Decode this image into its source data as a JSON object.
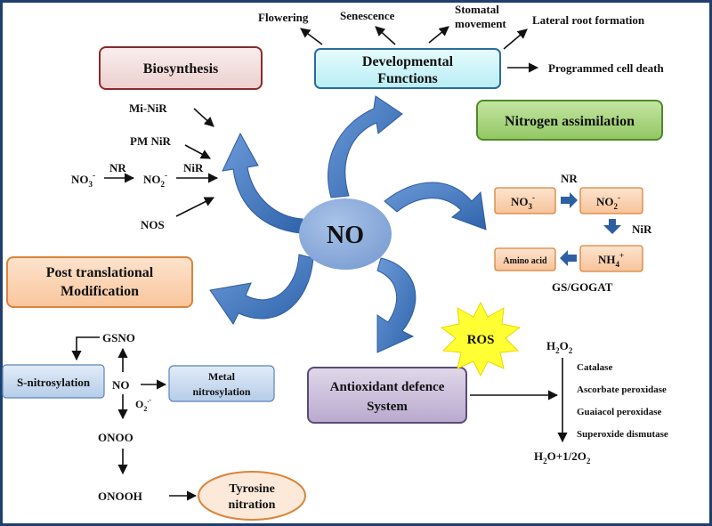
{
  "center": {
    "label": "NO"
  },
  "developmental": {
    "title_line1": "Developmental",
    "title_line2": "Functions",
    "outputs": {
      "flowering": "Flowering",
      "senescence": "Senescence",
      "stomatal_line1": "Stomatal",
      "stomatal_line2": "movement",
      "lateral_root": "Lateral root formation",
      "programmed_death": "Programmed cell death"
    }
  },
  "biosynthesis": {
    "title": "Biosynthesis",
    "mi_nir": "Mi-NiR",
    "pm_nir": "PM NiR",
    "no3": "NO",
    "no3_sub": "3",
    "no3_sup": "-",
    "nr": "NR",
    "no2": "NO",
    "no2_sub": "2",
    "no2_sup": "-",
    "nir": "NiR",
    "nos": "NOS"
  },
  "nitrogen": {
    "title": "Nitrogen assimilation",
    "no3": "NO",
    "no3_sub": "3",
    "no3_sup": "-",
    "no2": "NO",
    "no2_sub": "2",
    "no2_sup": "-",
    "nr": "NR",
    "nir": "NiR",
    "nh4": "NH",
    "nh4_sub": "4",
    "nh4_sup": "+",
    "amino_acid": "Amino acid",
    "gs_gogat": "GS/GOGAT"
  },
  "ptm": {
    "title_line1": "Post translational",
    "title_line2": "Modification",
    "gsno": "GSNO",
    "s_nitrosylation": "S-nitrosylation",
    "no": "NO",
    "metal_line1": "Metal",
    "metal_line2": "nitrosylation",
    "o2": "O",
    "o2_sub": "2",
    "o2_sup": ".-",
    "onoo": "ONOO",
    "onooh": "ONOOH",
    "tyrosine_line1": "Tyrosine",
    "tyrosine_line2": "nitration"
  },
  "antioxidant": {
    "title_line1": "Antioxidant defence",
    "title_line2": "System",
    "ros": "ROS",
    "h2o2": "H",
    "h2o2_sub": "2",
    "h2o2_tail": "O",
    "h2o2_sub2": "2",
    "enzymes": [
      "Catalase",
      "Ascorbate peroxidase",
      "Guaiacol peroxidase",
      "Superoxide  dismutase"
    ],
    "product_a": "H",
    "product_sub": "2",
    "product_b": "O+1/2O",
    "product_sub2": "2"
  },
  "colors": {
    "blue_arrow": "#3f77c0",
    "center_fill": "#8fb0dd",
    "dev_fill": "#c9f4f9",
    "bio_fill": "#f2dcdb",
    "nitro_fill": "#a6d47c",
    "ptm_fill": "#fbd5b5",
    "anti_fill": "#ccc0da",
    "ros_fill": "#ffff33",
    "s_nitro_fill": "#c6d9f1",
    "tyrosine_fill": "#fde9d9"
  }
}
